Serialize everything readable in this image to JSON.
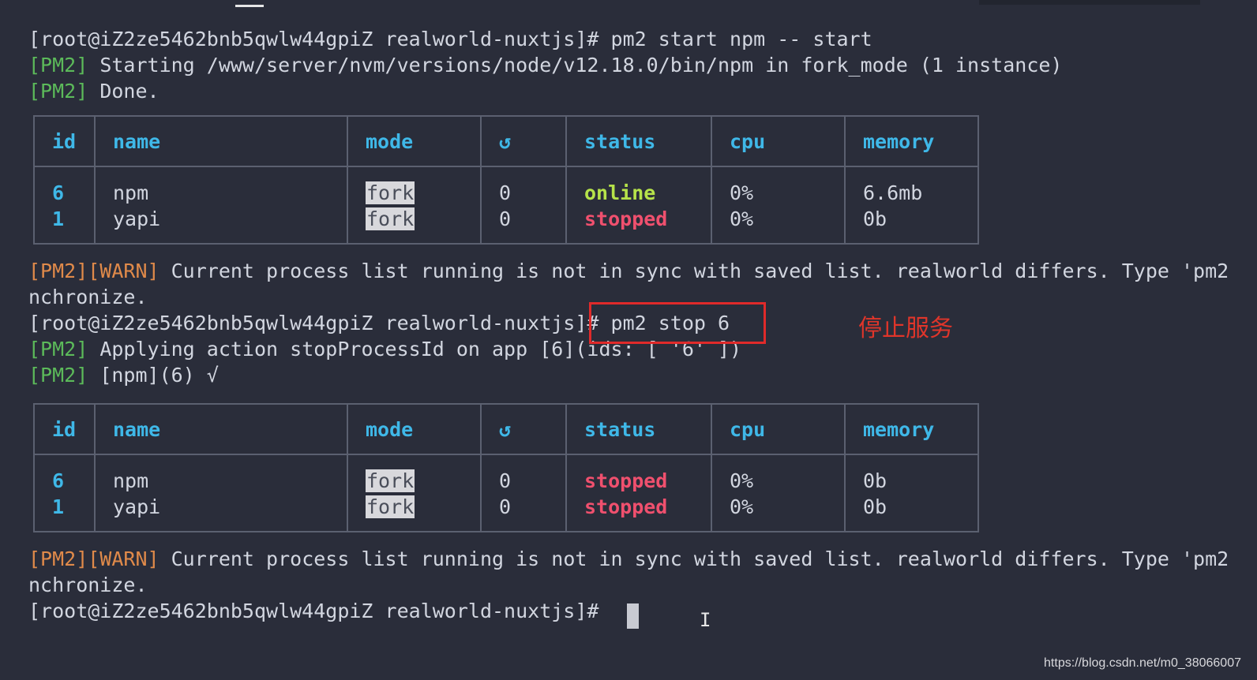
{
  "terminal": {
    "lines_top": [
      {
        "prompt": "[root@iZ2ze5462bnb5qwlw44gpiZ realworld-nuxtjs]#",
        "command": " pm2 start npm -- start"
      },
      {
        "tag": "[PM2]",
        "text": " Starting /www/server/nvm/versions/node/v12.18.0/bin/npm in fork_mode (1 instance)"
      },
      {
        "tag": "[PM2]",
        "text": " Done."
      }
    ],
    "warn_tag": "[PM2][WARN]",
    "warn_text": " Current process list running is not in sync with saved list. realworld differs. Type 'pm2",
    "warn_cont": "nchronize.",
    "stop_prompt": "[root@iZ2ze5462bnb5qwlw44gpiZ realworld-nuxtjs]#",
    "stop_command": " pm2 stop 6",
    "apply_tag": "[PM2]",
    "apply_text": " Applying action stopProcessId on app [6](ids: [ '6' ])",
    "done_tag": "[PM2]",
    "done_text": " [npm](6) √",
    "final_prompt": "[root@iZ2ze5462bnb5qwlw44gpiZ realworld-nuxtjs]#"
  },
  "table": {
    "headers": {
      "id": "id",
      "name": "name",
      "mode": "mode",
      "restart": "↺",
      "status": "status",
      "cpu": "cpu",
      "memory": "memory"
    },
    "before": [
      {
        "id": "6",
        "name": "npm",
        "mode": "fork",
        "restart": "0",
        "status": "online",
        "cpu": "0%",
        "memory": "6.6mb"
      },
      {
        "id": "1",
        "name": "yapi",
        "mode": "fork",
        "restart": "0",
        "status": "stopped",
        "cpu": "0%",
        "memory": "0b"
      }
    ],
    "after": [
      {
        "id": "6",
        "name": "npm",
        "mode": "fork",
        "restart": "0",
        "status": "stopped",
        "cpu": "0%",
        "memory": "0b"
      },
      {
        "id": "1",
        "name": "yapi",
        "mode": "fork",
        "restart": "0",
        "status": "stopped",
        "cpu": "0%",
        "memory": "0b"
      }
    ]
  },
  "annotation": {
    "text": "停止服务",
    "color": "#e0352a"
  },
  "watermark": "https://blog.csdn.net/m0_38066007",
  "colors": {
    "background": "#2a2d3a",
    "pm2_tag": "#5cba5a",
    "warn_tag": "#e08a4a",
    "header": "#3fb8e8",
    "online": "#b6e34a",
    "stopped": "#f0506e"
  }
}
